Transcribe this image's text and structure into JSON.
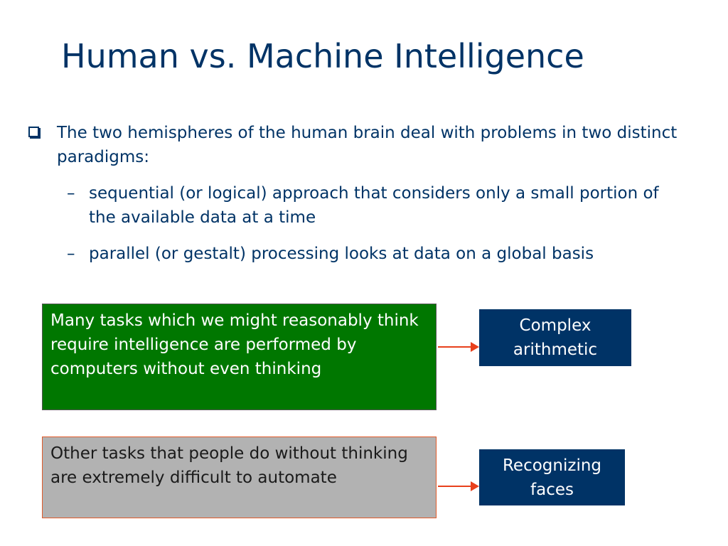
{
  "slide": {
    "title": "Human vs. Machine Intelligence"
  },
  "bullets": {
    "main": "The two hemispheres of the human brain deal with problems in two distinct paradigms:",
    "sub": [
      "sequential (or logical) approach that considers only a small portion of the available data at a time",
      "parallel (or gestalt) processing looks at data on a global basis"
    ],
    "marker_dash": "–"
  },
  "callouts": [
    {
      "text": "Many tasks which we might reasonably think require intelligence are performed by computers without even thinking",
      "target": "Complex arithmetic",
      "color": "#007700"
    },
    {
      "text": "Other tasks that people do without thinking are extremely difficult to automate",
      "target": "Recognizing faces",
      "color": "#b2b2b2"
    }
  ],
  "colors": {
    "title": "#003366",
    "tag_bg": "#003366",
    "arrow": "#e8401c"
  }
}
